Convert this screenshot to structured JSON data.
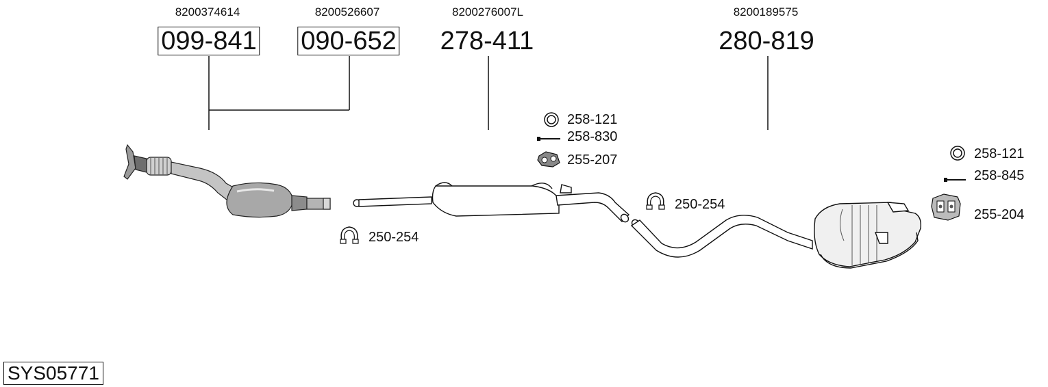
{
  "system_code": "SYS05771",
  "parts": [
    {
      "id": "catalyst",
      "oem": "8200374614",
      "number": "099-841",
      "boxed": true
    },
    {
      "id": "flexpipe",
      "oem": "8200526607",
      "number": "090-652",
      "boxed": true
    },
    {
      "id": "middle-silencer",
      "oem": "8200276007L",
      "number": "278-411",
      "boxed": false
    },
    {
      "id": "rear-silencer",
      "oem": "8200189575",
      "number": "280-819",
      "boxed": false
    }
  ],
  "accessories": {
    "ring_1": "258-121",
    "bolt_1": "258-830",
    "rubber_1": "255-207",
    "clamp_1": "250-254",
    "clamp_2": "250-254",
    "ring_2": "258-121",
    "bolt_2": "258-845",
    "rubber_2": "255-204"
  },
  "icons": {
    "ring": "ring-gasket-icon",
    "bolt": "bolt-icon",
    "rubber": "rubber-mount-icon",
    "clamp": "clamp-icon"
  },
  "colors": {
    "line": "#111111",
    "pipe_fill": "#f2f2f2",
    "metal_dark": "#777777"
  }
}
